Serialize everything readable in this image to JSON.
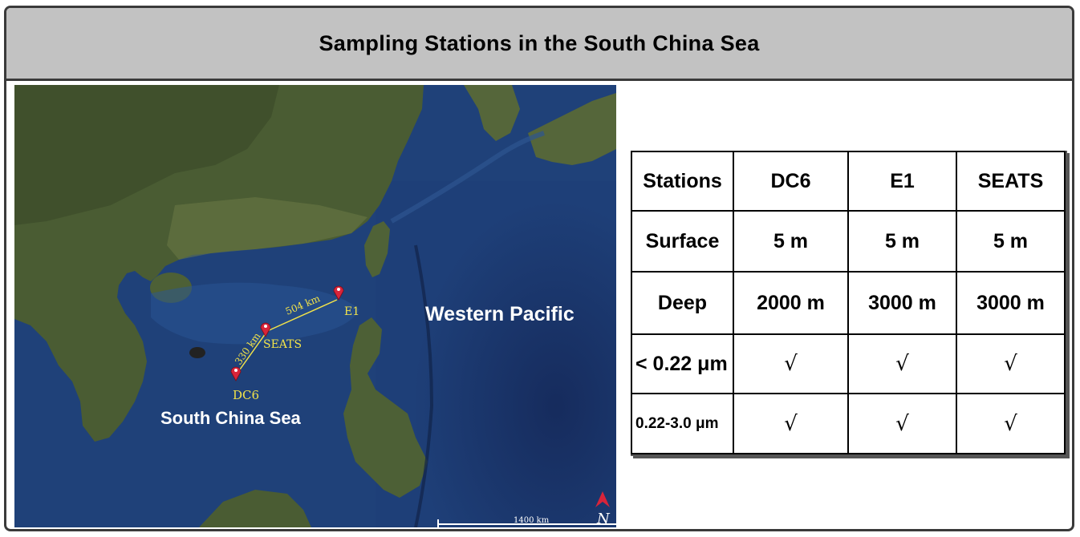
{
  "title": "Sampling Stations in the South China Sea",
  "map": {
    "stations": [
      {
        "id": "dc6",
        "label": "DC6"
      },
      {
        "id": "seats",
        "label": "SEATS"
      },
      {
        "id": "e1",
        "label": "E1"
      }
    ],
    "distances": [
      {
        "id": "dc6-seats",
        "label": "330 km"
      },
      {
        "id": "seats-e1",
        "label": "504 km"
      }
    ],
    "regions": [
      {
        "id": "south-china-sea",
        "label": "South China Sea"
      },
      {
        "id": "western-pacific",
        "label": "Western Pacific"
      }
    ],
    "scale_bar": "1400 km",
    "north_label": "N",
    "colors": {
      "ocean": "#1d3f74",
      "deep_ocean": "#172e5c",
      "land": "#4d5e34",
      "marker": "#d8243a",
      "route": "#f2e34a"
    }
  },
  "table": {
    "header": [
      "Stations",
      "DC6",
      "E1",
      "SEATS"
    ],
    "rows": [
      [
        "Surface",
        "5 m",
        "5 m",
        "5 m"
      ],
      [
        "Deep",
        "2000 m",
        "3000 m",
        "3000 m"
      ],
      [
        "< 0.22 μm",
        "√",
        "√",
        "√"
      ],
      [
        "0.22-3.0 μm",
        "√",
        "√",
        "√"
      ]
    ]
  }
}
